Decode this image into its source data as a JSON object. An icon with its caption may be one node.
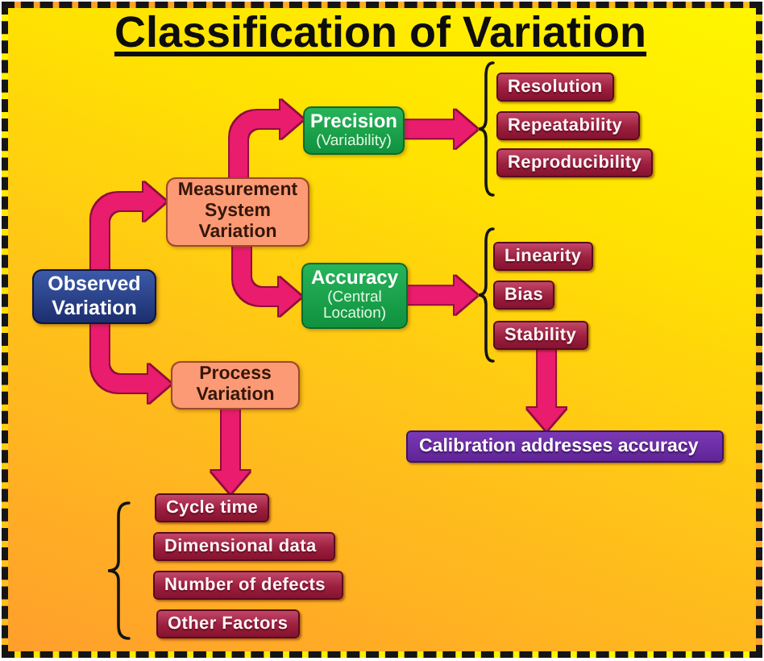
{
  "diagram": {
    "title": "Classification of Variation",
    "nodes": [
      {
        "text": [
          "Observed Variation"
        ]
      },
      {
        "text": [
          "Measurement System Variation"
        ]
      },
      {
        "text": [
          "Process Variation"
        ]
      },
      {
        "text": [
          "Precision",
          "(Variability)"
        ]
      },
      {
        "text": [
          "Accuracy",
          "(Central Location)"
        ]
      },
      {
        "text": [],
        "shape": "brace"
      },
      {
        "text": [
          "Resolution"
        ]
      },
      {
        "text": [
          "Repeatability"
        ]
      },
      {
        "text": [
          "Reproducibility"
        ]
      },
      {
        "text": [],
        "shape": "brace"
      },
      {
        "text": [
          "Linearity"
        ]
      },
      {
        "text": [
          "Bias"
        ]
      },
      {
        "text": [
          "Stability"
        ]
      },
      {
        "text": [
          "Calibration addresses accuracy"
        ]
      },
      {
        "text": [
          "Cycle time"
        ]
      },
      {
        "text": [
          "Dimensional data"
        ]
      },
      {
        "text": [
          "Number of defects"
        ]
      },
      {
        "text": [
          "Other Factors"
        ]
      }
    ],
    "edges": [
      {
        "from": 0,
        "to": 1,
        "arrow": "to"
      },
      {
        "from": 0,
        "to": 2,
        "arrow": "to"
      },
      {
        "from": 1,
        "to": 3,
        "arrow": "to"
      },
      {
        "from": 1,
        "to": 4,
        "arrow": "to"
      },
      {
        "from": 3,
        "to": 5,
        "arrow": "to"
      },
      {
        "from": 4,
        "to": 9,
        "arrow": "to"
      },
      {
        "from": 12,
        "to": 13,
        "arrow": "to"
      },
      {
        "from": 2,
        "to": 14,
        "arrow": "to"
      }
    ]
  }
}
